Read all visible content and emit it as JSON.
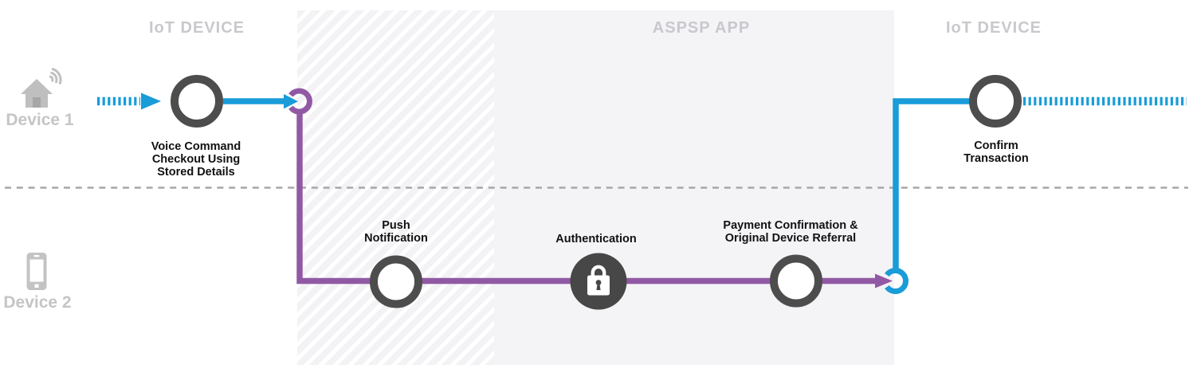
{
  "diagram": {
    "zones": [
      {
        "label": "IoT DEVICE"
      },
      {
        "label": "ASPSP APP"
      },
      {
        "label": "IoT DEVICE"
      }
    ],
    "devices": [
      {
        "label": "Device 1",
        "icon": "smart-home-icon"
      },
      {
        "label": "Device 2",
        "icon": "smartphone-icon"
      }
    ],
    "steps": [
      {
        "label": "Voice Command\nCheckout Using\nStored Details",
        "node": "ring"
      },
      {
        "label": "Push\nNotification",
        "node": "ring"
      },
      {
        "label": "Authentication",
        "node": "lock"
      },
      {
        "label": "Payment Confirmation &\nOriginal Device Referral",
        "node": "ring"
      },
      {
        "label": "Confirm\nTransaction",
        "node": "ring"
      }
    ],
    "colors": {
      "flow_blue": "#199CD8",
      "flow_purple": "#9159A4",
      "node_ring": "#4D4D4D",
      "lock_node_fill": "#474747",
      "zone_fill": "#F4F3F6",
      "zone_label": "#C9C9CD",
      "device_label": "#C5C5C5",
      "divider": "#A7A7A7",
      "step_label": "#111111"
    }
  }
}
